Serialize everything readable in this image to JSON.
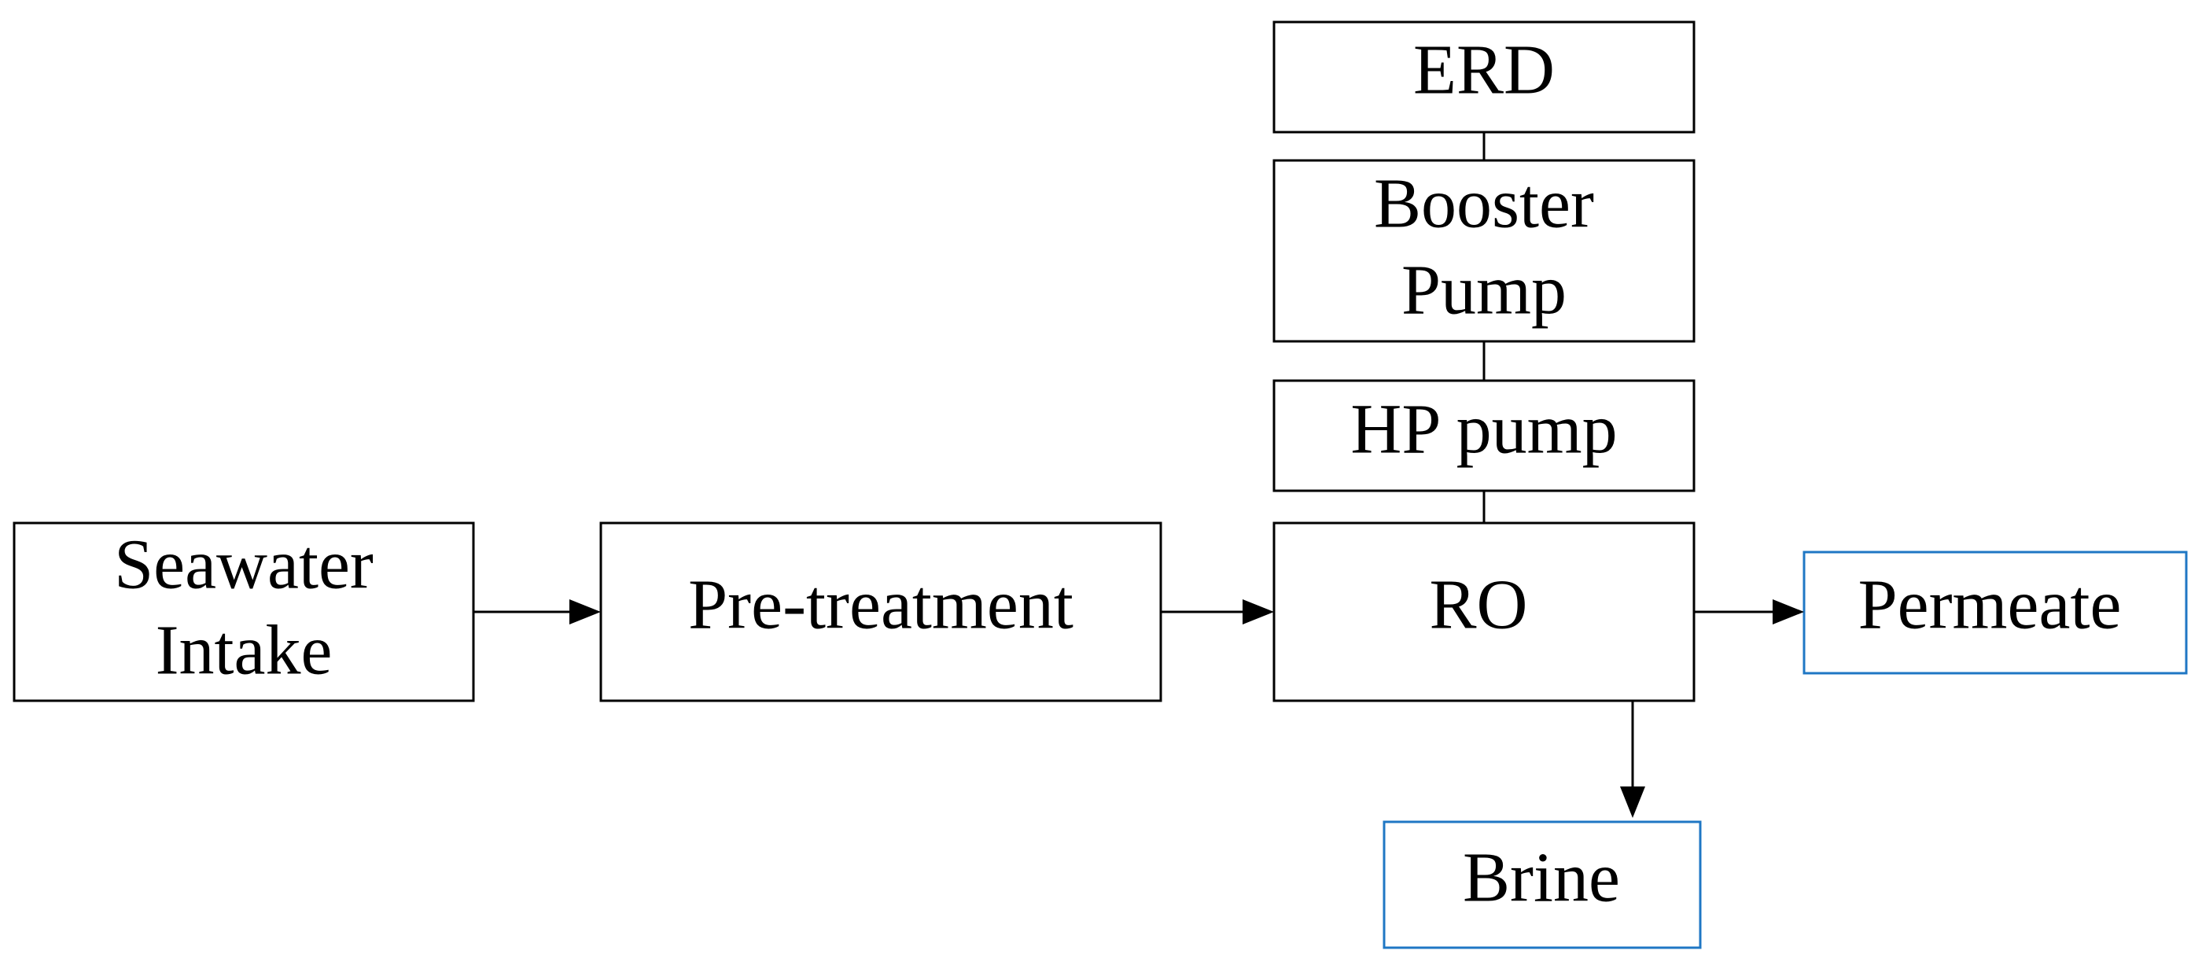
{
  "nodes": {
    "seawater_intake": {
      "line1": "Seawater",
      "line2": "Intake"
    },
    "pre_treatment": {
      "label": "Pre-treatment"
    },
    "ro": {
      "label": "RO"
    },
    "hp_pump": {
      "label": "HP pump"
    },
    "booster_pump": {
      "line1": "Booster",
      "line2": "Pump"
    },
    "erd": {
      "label": "ERD"
    },
    "permeate": {
      "label": "Permeate"
    },
    "brine": {
      "label": "Brine"
    }
  },
  "colors": {
    "box_stroke": "#000000",
    "output_box_stroke": "#1f77c4",
    "arrow": "#000000"
  }
}
